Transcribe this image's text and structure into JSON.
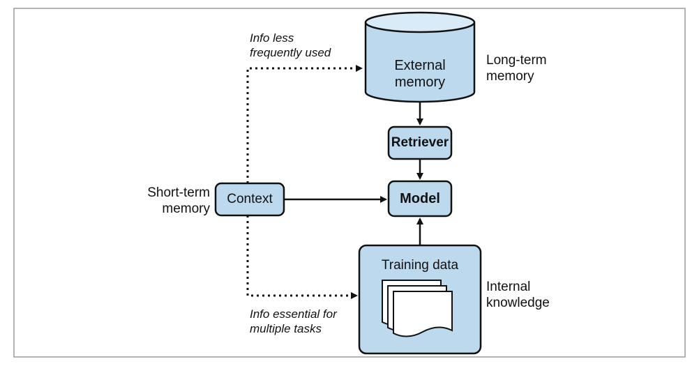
{
  "nodes": {
    "external_memory": "External\nmemory",
    "retriever": "Retriever",
    "model": "Model",
    "context": "Context",
    "training_data": "Training data"
  },
  "labels": {
    "long_term_memory": "Long-term\nmemory",
    "short_term_memory": "Short-term\nmemory",
    "internal_knowledge": "Internal\nknowledge"
  },
  "edge_labels": {
    "info_less_frequent": "Info less\nfrequently used",
    "info_essential": "Info essential for\nmultiple tasks"
  },
  "colors": {
    "node_fill": "#bcd9ee",
    "cylinder_top": "#d9ebf7",
    "stroke": "#111111",
    "frame": "#9a9a9a"
  },
  "icons": {
    "training_data": "stacked-documents-icon"
  }
}
